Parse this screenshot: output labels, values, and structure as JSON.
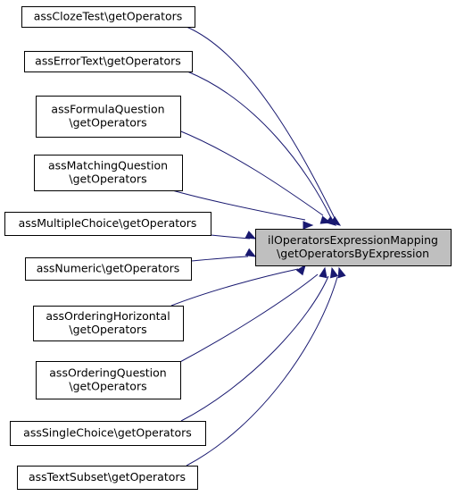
{
  "colors": {
    "edge": "#191970",
    "node_fill": "#ffffff",
    "target_fill": "#bfbfbf",
    "border": "#000000"
  },
  "target": {
    "lines": [
      "ilOperatorsExpressionMapping",
      "\\getOperatorsByExpression"
    ]
  },
  "callers": [
    {
      "id": "ass-cloze-test",
      "lines": [
        "assClozeTest\\getOperators"
      ]
    },
    {
      "id": "ass-error-text",
      "lines": [
        "assErrorText\\getOperators"
      ]
    },
    {
      "id": "ass-formula-question",
      "lines": [
        "assFormulaQuestion",
        "\\getOperators"
      ]
    },
    {
      "id": "ass-matching-question",
      "lines": [
        "assMatchingQuestion",
        "\\getOperators"
      ]
    },
    {
      "id": "ass-multiple-choice",
      "lines": [
        "assMultipleChoice\\getOperators"
      ]
    },
    {
      "id": "ass-numeric",
      "lines": [
        "assNumeric\\getOperators"
      ]
    },
    {
      "id": "ass-ordering-horizontal",
      "lines": [
        "assOrderingHorizontal",
        "\\getOperators"
      ]
    },
    {
      "id": "ass-ordering-question",
      "lines": [
        "assOrderingQuestion",
        "\\getOperators"
      ]
    },
    {
      "id": "ass-single-choice",
      "lines": [
        "assSingleChoice\\getOperators"
      ]
    },
    {
      "id": "ass-text-subset",
      "lines": [
        "assTextSubset\\getOperators"
      ]
    }
  ]
}
